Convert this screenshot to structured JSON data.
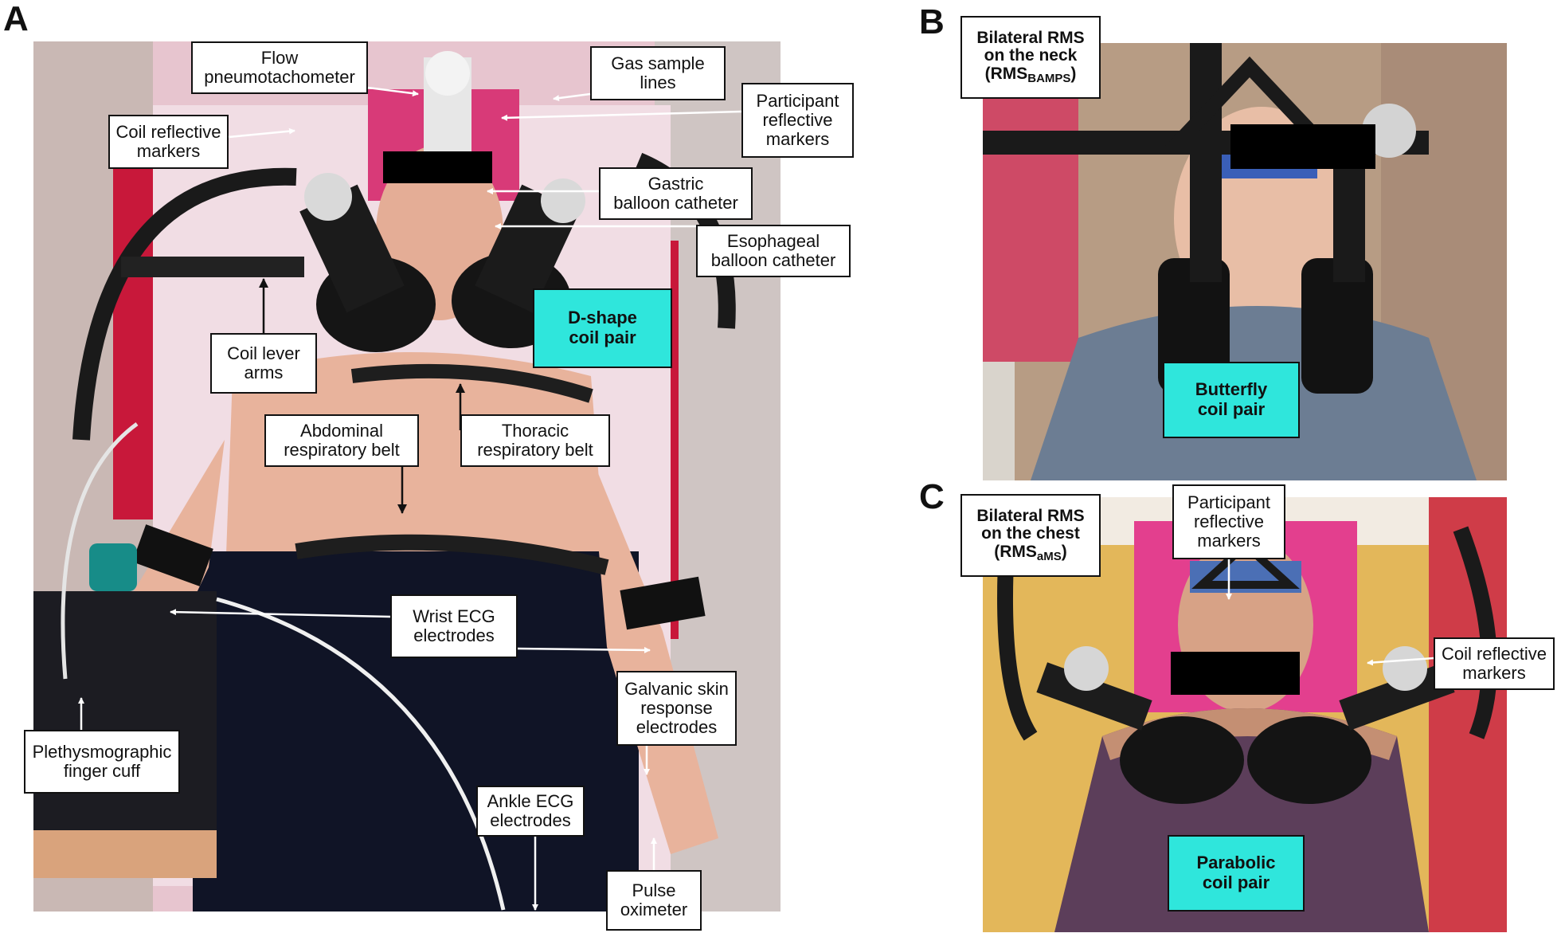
{
  "panels": {
    "a": {
      "letter": "A",
      "labels": {
        "flow": "Flow\npneumotachometer",
        "gas": "Gas sample\nlines",
        "participant_markers": "Participant\nreflective\nmarkers",
        "coil_markers": "Coil reflective\nmarkers",
        "gastric": "Gastric\nballoon catheter",
        "esophageal": "Esophageal\nballoon catheter",
        "coil_pair": "D-shape\ncoil pair",
        "lever": "Coil lever\narms",
        "abdominal": "Abdominal\nrespiratory belt",
        "thoracic": "Thoracic\nrespiratory belt",
        "wrist": "Wrist ECG\nelectrodes",
        "galvanic": "Galvanic skin\nresponse\nelectrodes",
        "finger": "Plethysmographic\nfinger cuff",
        "ankle": "Ankle ECG\nelectrodes",
        "pulse": "Pulse\noximeter"
      }
    },
    "b": {
      "letter": "B",
      "rms_line1": "Bilateral RMS",
      "rms_line2": "on the neck",
      "rms_main": "(RMS",
      "rms_sub": "BAMPS",
      "rms_close": ")",
      "coil_pair": "Butterfly\ncoil pair"
    },
    "c": {
      "letter": "C",
      "rms_line1": "Bilateral RMS",
      "rms_line2": "on the chest",
      "rms_main": "(RMS",
      "rms_sub": "aMS",
      "rms_close": ")",
      "participant_markers": "Participant\nreflective\nmarkers",
      "coil_markers": "Coil reflective\nmarkers",
      "coil_pair": "Parabolic\ncoil pair"
    }
  },
  "colors": {
    "label_box": "#2fe6dc",
    "panel_a_bed": "#e9c9d2",
    "panel_b_shirt": "#6c7d93",
    "panel_c_bed": "#e3b75a"
  }
}
